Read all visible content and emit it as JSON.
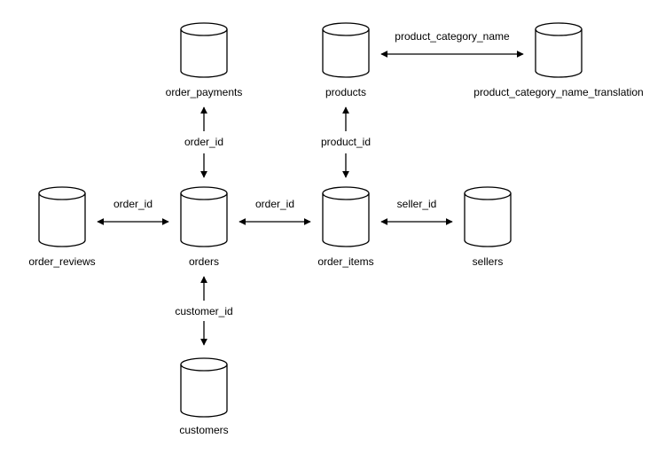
{
  "diagram": {
    "type": "entity-relationship",
    "colors": {
      "stroke": "#000000",
      "fill": "#ffffff",
      "text": "#000000",
      "background": "#ffffff"
    },
    "tables": {
      "order_payments": "order_payments",
      "products": "products",
      "product_category_name_translation": "product_category_name_translation",
      "order_reviews": "order_reviews",
      "orders": "orders",
      "order_items": "order_items",
      "sellers": "sellers",
      "customers": "customers"
    },
    "relations": {
      "orders_order_payments": {
        "from": "orders",
        "to": "order_payments",
        "key": "order_id"
      },
      "order_items_products": {
        "from": "order_items",
        "to": "products",
        "key": "product_id"
      },
      "products_translation": {
        "from": "products",
        "to": "product_category_name_translation",
        "key": "product_category_name"
      },
      "order_reviews_orders": {
        "from": "order_reviews",
        "to": "orders",
        "key": "order_id"
      },
      "orders_order_items": {
        "from": "orders",
        "to": "order_items",
        "key": "order_id"
      },
      "order_items_sellers": {
        "from": "order_items",
        "to": "sellers",
        "key": "seller_id"
      },
      "orders_customers": {
        "from": "orders",
        "to": "customers",
        "key": "customer_id"
      }
    }
  }
}
